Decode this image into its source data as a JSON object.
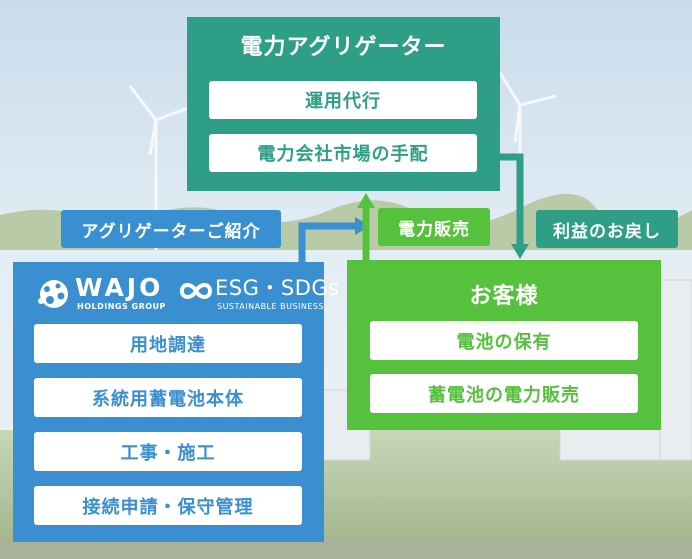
{
  "aggregator": {
    "title": "電力アグリゲーター",
    "items": [
      "運用代行",
      "電力会社市場の手配"
    ]
  },
  "wajo": {
    "logo_name": "WAJO",
    "logo_sub": "HOLDINGS GROUP",
    "esg": "ESG・SDGs",
    "esg_sub": "SUSTAINABLE BUSINESS",
    "items": [
      "用地調達",
      "系統用蓄電池本体",
      "工事・施工",
      "接続申請・保守管理"
    ]
  },
  "customer": {
    "title": "お客様",
    "items": [
      "電池の保有",
      "蓄電池の電力販売"
    ]
  },
  "labels": {
    "introduction": "アグリゲーターご紹介",
    "power_sales": "電力販売",
    "profit_return": "利益のお戻し"
  },
  "colors": {
    "aggregator": "#2e9e86",
    "wajo": "#3a8fd0",
    "customer": "#56c13c"
  }
}
